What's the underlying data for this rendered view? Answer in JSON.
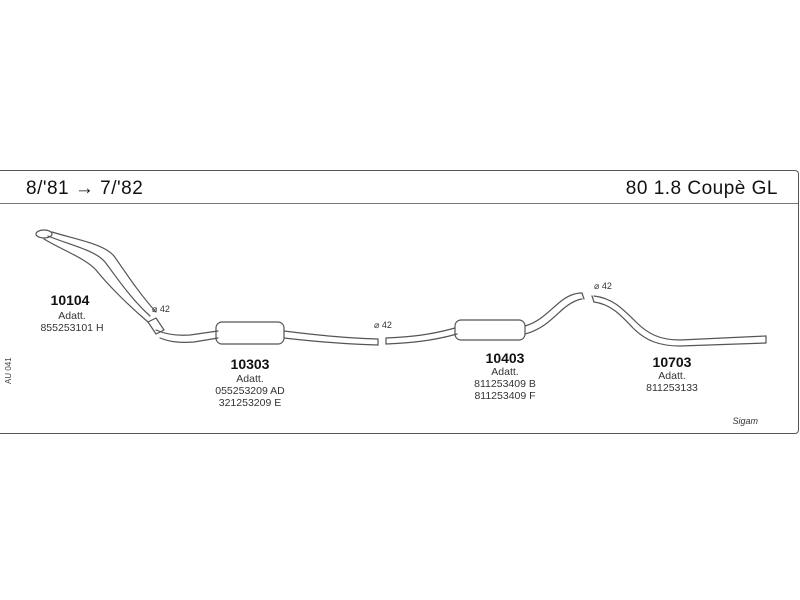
{
  "header": {
    "date_range": "8/'81 → 7/'82",
    "model": "80 1.8 Coupè GL"
  },
  "side_code": "AU 041",
  "brand": "Sigam",
  "parts": [
    {
      "code": "10104",
      "adatt_label": "Adatt.",
      "refs": [
        "855253101 H"
      ]
    },
    {
      "code": "10303",
      "adatt_label": "Adatt.",
      "refs": [
        "055253209 AD",
        "321253209  E"
      ]
    },
    {
      "code": "10403",
      "adatt_label": "Adatt.",
      "refs": [
        "811253409 B",
        "811253409 F"
      ]
    },
    {
      "code": "10703",
      "adatt_label": "Adatt.",
      "refs": [
        "811253133"
      ]
    }
  ],
  "diameters": [
    "⌀ 42",
    "⌀ 42",
    "⌀ 42"
  ]
}
